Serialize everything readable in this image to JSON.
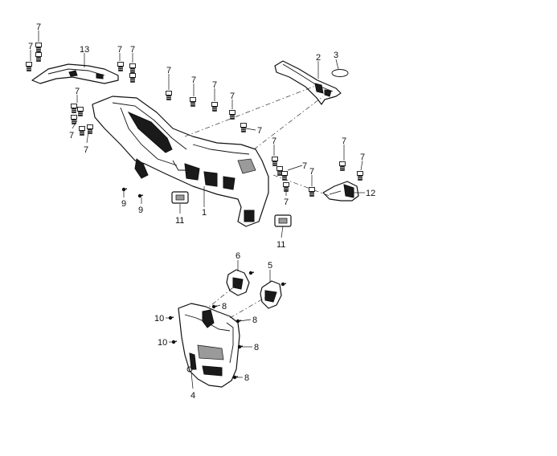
{
  "callouts": {
    "c1": "1",
    "c2": "2",
    "c3": "3",
    "c4": "4",
    "c5": "5",
    "c6": "6",
    "c7": "7",
    "c8": "8",
    "c9": "9",
    "c10": "10",
    "c11": "11",
    "c12": "12",
    "c13": "13"
  },
  "colors": {
    "line": "#111111",
    "background": "#ffffff",
    "fill_dark": "#1a1a1a",
    "fill_grey": "#9a9a9a"
  }
}
